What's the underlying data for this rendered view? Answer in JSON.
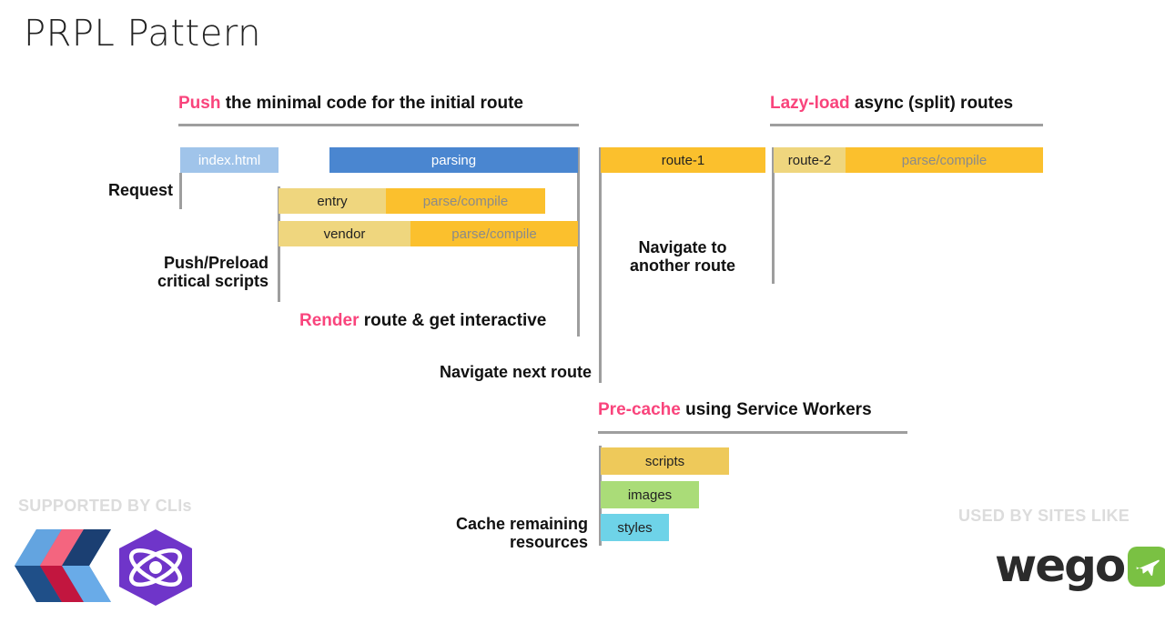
{
  "slide": {
    "title": "PRPL Pattern",
    "accent_color": "#f9447c",
    "rule_color": "#9e9e9e",
    "background": "#ffffff"
  },
  "sections": {
    "push": {
      "keyword": "Push",
      "rest": " the minimal code for the initial route"
    },
    "lazy": {
      "keyword": "Lazy-load",
      "rest": " async (split) routes"
    },
    "render": {
      "keyword": "Render",
      "rest": " route & get interactive"
    },
    "precache": {
      "keyword": "Pre-cache",
      "rest": " using Service Workers"
    }
  },
  "labels": {
    "request": "Request",
    "push_preload": "Push/Preload\ncritical scripts",
    "navigate_next": "Navigate next route",
    "navigate_another": "Navigate to\nanother route",
    "cache_remaining": "Cache remaining\nresources"
  },
  "chart_data": {
    "type": "bar",
    "title": "PRPL Pattern",
    "orientation": "horizontal-timeline",
    "xlabel": "",
    "ylabel": "",
    "groups": [
      {
        "name": "initial-route",
        "bars": [
          {
            "name": "index-html",
            "segments": [
              {
                "label": "index.html",
                "color": "#a0c4ea",
                "text_color": "#ffffff"
              }
            ]
          },
          {
            "name": "parsing",
            "segments": [
              {
                "label": "parsing",
                "color": "#4a86d0",
                "text_color": "#ffffff"
              }
            ]
          },
          {
            "name": "entry",
            "segments": [
              {
                "label": "entry",
                "color": "#efd67e",
                "text_color": "#222222"
              },
              {
                "label": "parse/compile",
                "color": "#fbc02d",
                "text_color": "#8a8a8a"
              }
            ]
          },
          {
            "name": "vendor",
            "segments": [
              {
                "label": "vendor",
                "color": "#efd67e",
                "text_color": "#222222"
              },
              {
                "label": "parse/compile",
                "color": "#fbc02d",
                "text_color": "#8a8a8a"
              }
            ]
          }
        ]
      },
      {
        "name": "async-routes",
        "bars": [
          {
            "name": "route-1",
            "segments": [
              {
                "label": "route-1",
                "color": "#fbc02d",
                "text_color": "#222222"
              }
            ]
          },
          {
            "name": "route-2",
            "segments": [
              {
                "label": "route-2",
                "color": "#efd67e",
                "text_color": "#222222"
              },
              {
                "label": "parse/compile",
                "color": "#fbc02d",
                "text_color": "#8a8a8a"
              }
            ]
          }
        ]
      },
      {
        "name": "precache-resources",
        "bars": [
          {
            "name": "scripts",
            "segments": [
              {
                "label": "scripts",
                "color": "#eec95a",
                "text_color": "#222222"
              }
            ]
          },
          {
            "name": "images",
            "segments": [
              {
                "label": "images",
                "color": "#aadc78",
                "text_color": "#222222"
              }
            ]
          },
          {
            "name": "styles",
            "segments": [
              {
                "label": "styles",
                "color": "#6ed3e8",
                "text_color": "#222222"
              }
            ]
          }
        ]
      }
    ]
  },
  "bars": {
    "index_html": "index.html",
    "parsing": "parsing",
    "entry": "entry",
    "entry_parse": "parse/compile",
    "vendor": "vendor",
    "vendor_parse": "parse/compile",
    "route1": "route-1",
    "route2": "route-2",
    "route2_parse": "parse/compile",
    "scripts": "scripts",
    "images": "images",
    "styles": "styles"
  },
  "footer": {
    "left_caption": "SUPPORTED BY CLIs",
    "right_caption": "USED BY SITES LIKE",
    "wego_word": "wego",
    "caption_color": "#dcdcdc",
    "wego_badge_color": "#7ac143"
  }
}
